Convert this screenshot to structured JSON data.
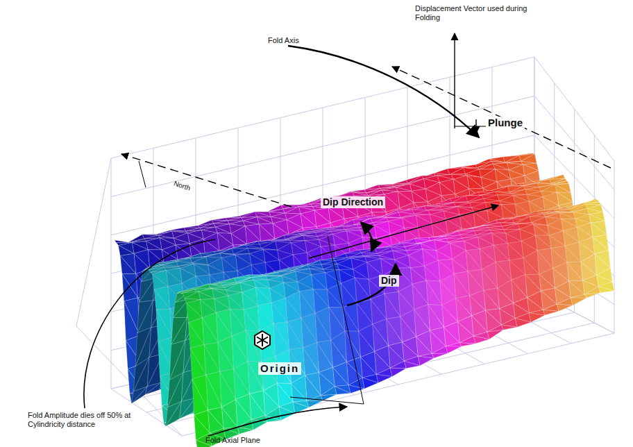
{
  "diagram": {
    "labels": [
      "Displacement Vector used during Folding",
      "Fold Axis",
      "Plunge",
      "North",
      "Dip Direction",
      "Dip",
      "Origin",
      "Fold Amplitude dies off 50% at Cylindricity distance",
      "Fold Axial Plane"
    ]
  }
}
